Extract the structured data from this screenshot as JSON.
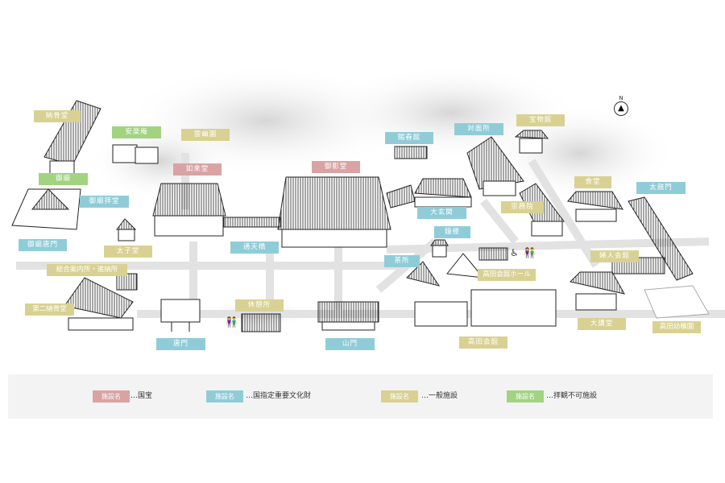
{
  "colors": {
    "national_treasure": "#d9a3a3",
    "important_cultural": "#90ccd7",
    "general": "#d8d192",
    "no_visit": "#a2d381"
  },
  "labels": {
    "noukotsudo": "納骨堂",
    "anrakuan": "安楽庵",
    "unyuen": "雲幽園",
    "nyoraido": "如来堂",
    "gobyo": "御廟",
    "gobyo_haido": "御廟拝堂",
    "mieido": "御影堂",
    "gobyo_karamon": "御廟唐門",
    "taishido": "太子堂",
    "tsutenkyo": "通天橋",
    "annaijo": "総合案内所・進納所",
    "daini_noukotsudo": "第二納骨堂",
    "karamon": "唐門",
    "kyukeijo": "休憩所",
    "sanmon": "山門",
    "shishunkan": "賜春館",
    "taimenjo": "対面所",
    "homotsukan": "宝物館",
    "ogenkan": "大玄関",
    "shoro": "鐘楼",
    "chasho": "茶所",
    "takada_hall": "高田会館ホール",
    "takada_kaikan": "高田会館",
    "shumuin": "宗務院",
    "shokudo": "食堂",
    "taikomon": "太鼓門",
    "fujin_kaikan": "婦人会館",
    "daikodo": "大講堂",
    "yochien": "高田幼稚園"
  },
  "compass": {
    "north": "N"
  },
  "legend": [
    {
      "box": "施設名",
      "text": "…国宝"
    },
    {
      "box": "施設名",
      "text": "…国指定重要文化財"
    },
    {
      "box": "施設名",
      "text": "…一般施設"
    },
    {
      "box": "施設名",
      "text": "…拝観不可施設"
    }
  ],
  "icons": [
    "restroom-icon",
    "wheelchair-icon",
    "compass-icon"
  ]
}
